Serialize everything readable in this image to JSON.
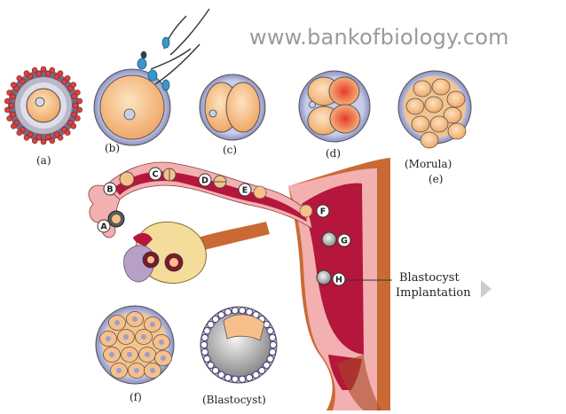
{
  "watermark": "www.bankofbiology.com",
  "panel_labels": {
    "a": "(a)",
    "b": "(b)",
    "c": "(c)",
    "d": "(d)",
    "morula": "(Morula)",
    "e": "(e)",
    "f": "(f)",
    "blastocyst": "(Blastocyst)"
  },
  "path_markers": [
    "A",
    "B",
    "C",
    "D",
    "E",
    "F",
    "G",
    "H"
  ],
  "callout": {
    "line1": "Blastocyst",
    "line2": "Implantation"
  },
  "colors": {
    "uterus_wall": "#f2a8a8",
    "uterine_cavity": "#b5163c",
    "muscle_outer": "#c9743b",
    "cell_fill": "#f7c08a",
    "ovary": "#f4dc9a",
    "zona": "#c5c9e6"
  }
}
